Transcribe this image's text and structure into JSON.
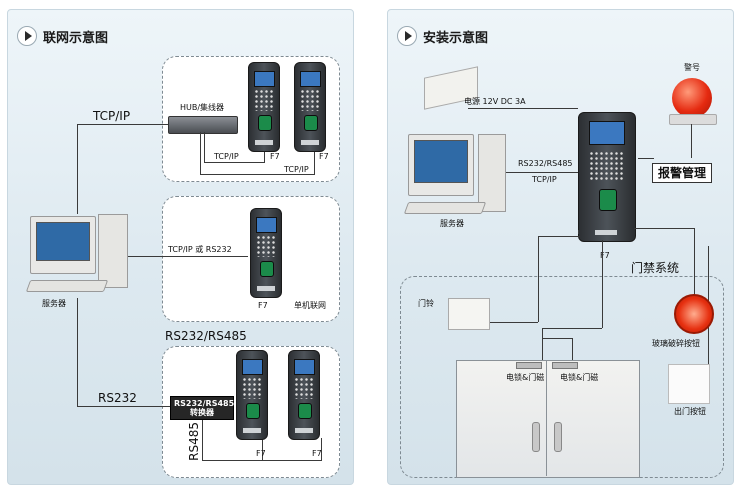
{
  "left_panel": {
    "title": "联网示意图",
    "hub_label": "HUB/集线器",
    "tcp_ip_top": "TCP/IP",
    "tcp_ip_a": "TCP/IP",
    "tcp_ip_b": "TCP/IP",
    "f7_a": "F7",
    "f7_b": "F7",
    "tcp_or_rs232": "TCP/IP 或 RS232",
    "f7_c": "F7",
    "standalone": "单机联网",
    "server": "服务器",
    "rs232_485_title": "RS232/RS485",
    "rs232": "RS232",
    "converter_line1": "RS232/RS485",
    "converter_line2": "转换器",
    "rs485": "RS485",
    "f7_d": "F7",
    "f7_e": "F7"
  },
  "right_panel": {
    "title": "安装示意图",
    "power": "电源  12V DC 3A",
    "alarm_signal": "警号",
    "rs232_485": "RS232/RS485",
    "tcp_ip": "TCP/IP",
    "alarm_mgmt": "报警管理",
    "server": "服务器",
    "f7": "F7",
    "access_system": "门禁系统",
    "doorbell": "门铃",
    "glass_button": "玻璃破碎按钮",
    "lock_left": "电锁&门磁",
    "lock_right": "电锁&门磁",
    "exit_button": "出门按钮"
  }
}
